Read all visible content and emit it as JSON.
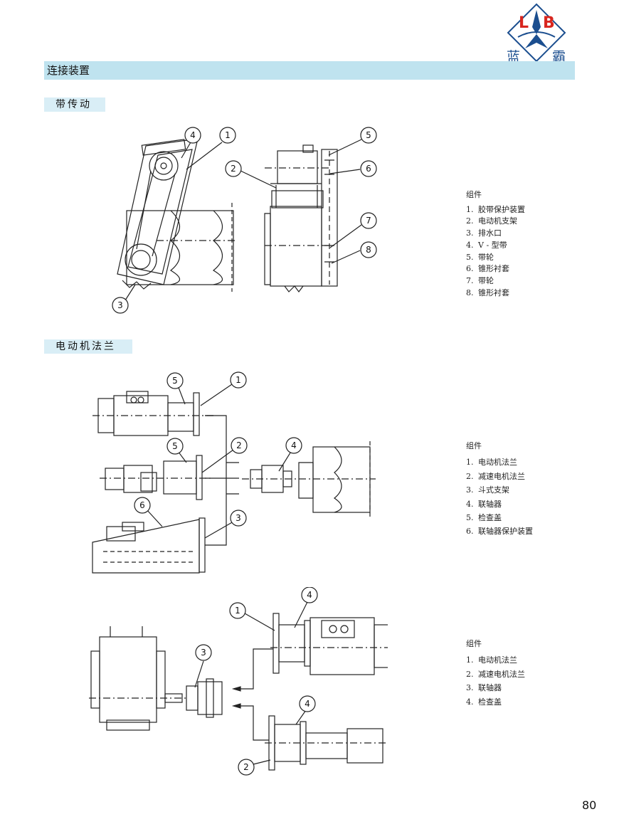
{
  "brand": {
    "logo_letters": [
      "L",
      "B"
    ],
    "logo_chars": [
      "蓝",
      "霸"
    ],
    "colors": {
      "red": "#d8261f",
      "blue": "#1b4e8f",
      "section_bar": "#bfe3ef",
      "sub_tab": "#d9eef6"
    }
  },
  "section": {
    "title": "连接装置"
  },
  "belt": {
    "title": "带传动",
    "callouts": [
      "4",
      "1",
      "2",
      "3",
      "5",
      "6",
      "7",
      "8"
    ],
    "legend": {
      "title": "组件",
      "items": [
        {
          "num": "1.",
          "text": "胶带保护装置"
        },
        {
          "num": "2.",
          "text": "电动机支架"
        },
        {
          "num": "3.",
          "text": "排水口"
        },
        {
          "num": "4.",
          "text": "V - 型带"
        },
        {
          "num": "5.",
          "text": "带轮"
        },
        {
          "num": "6.",
          "text": "锥形衬套"
        },
        {
          "num": "7.",
          "text": "带轮"
        },
        {
          "num": "8.",
          "text": "锥形衬套"
        }
      ]
    }
  },
  "flange": {
    "title": "电动机法兰",
    "callouts": [
      "5",
      "1",
      "5",
      "2",
      "4",
      "6",
      "3"
    ],
    "legend": {
      "title": "组件",
      "items": [
        {
          "num": "1.",
          "text": "电动机法兰"
        },
        {
          "num": "2.",
          "text": "减速电机法兰"
        },
        {
          "num": "3.",
          "text": "斗式支架"
        },
        {
          "num": "4.",
          "text": "联轴器"
        },
        {
          "num": "5.",
          "text": "检查盖"
        },
        {
          "num": "6.",
          "text": "联轴器保护装置"
        }
      ]
    }
  },
  "bevel": {
    "callouts": [
      "4",
      "1",
      "3",
      "4",
      "2"
    ],
    "legend": {
      "title": "组件",
      "items": [
        {
          "num": "1.",
          "text": "电动机法兰"
        },
        {
          "num": "2.",
          "text": "减速电机法兰"
        },
        {
          "num": "3.",
          "text": "联轴器"
        },
        {
          "num": "4.",
          "text": "检查盖"
        }
      ]
    }
  },
  "page_number": "80"
}
